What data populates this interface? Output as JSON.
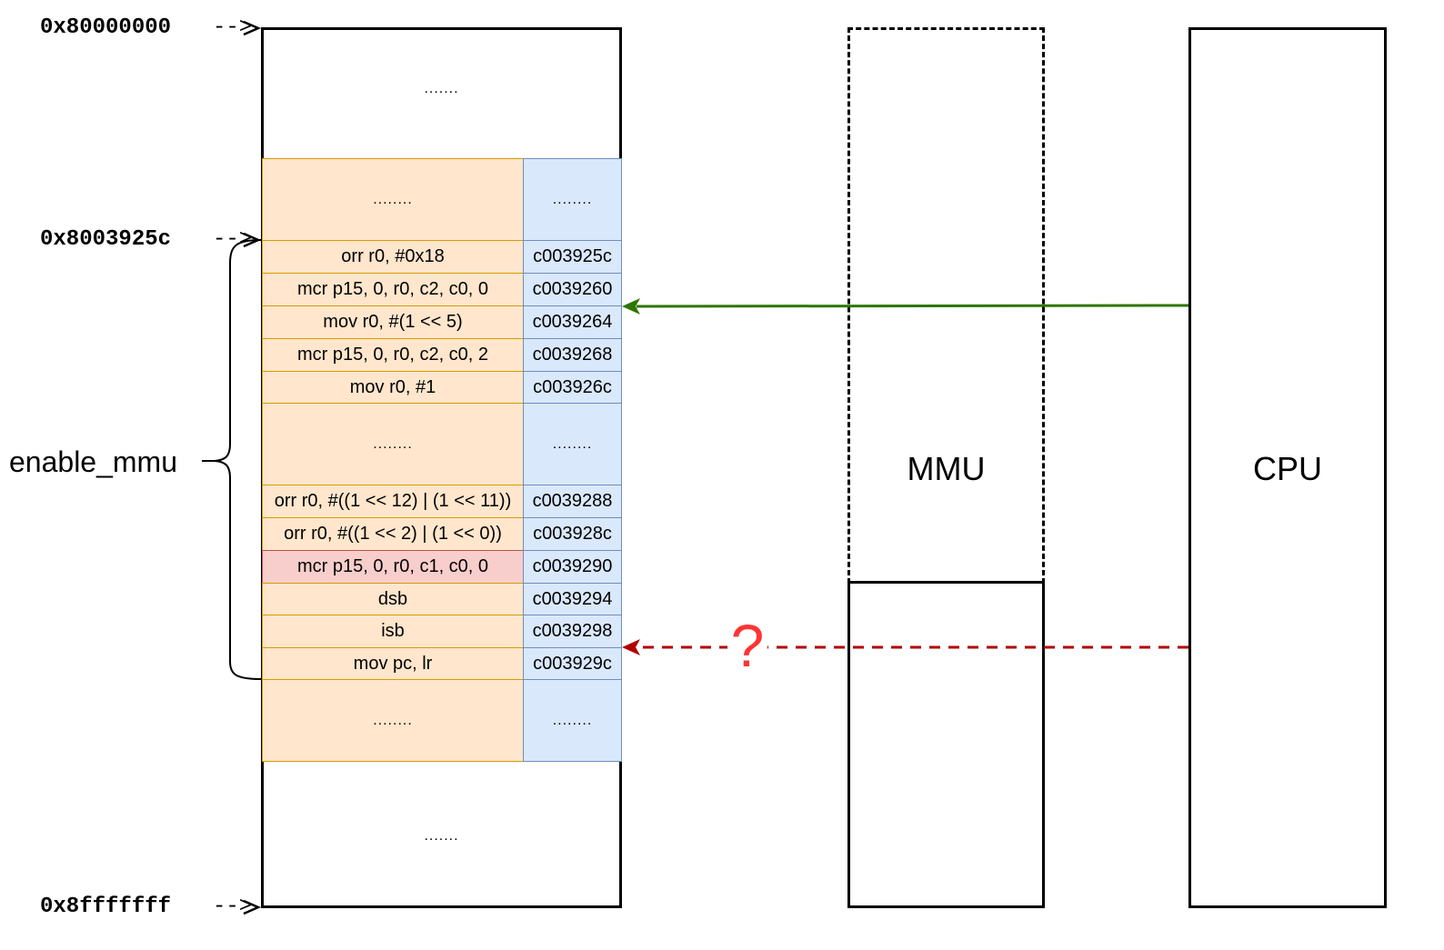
{
  "addresses": {
    "top": "0x80000000",
    "enable_mmu_start": "0x8003925c",
    "bottom": "0x8fffffff",
    "arrow": "-->"
  },
  "memory": {
    "top_ellipsis": ".......",
    "bottom_ellipsis": ".......",
    "rows": [
      {
        "instr": "........",
        "addr": "........",
        "highlight": false
      },
      {
        "instr": "orr r0, #0x18",
        "addr": "c003925c",
        "highlight": false
      },
      {
        "instr": "mcr p15, 0, r0, c2, c0, 0",
        "addr": "c0039260",
        "highlight": false
      },
      {
        "instr": "mov r0, #(1 << 5)",
        "addr": "c0039264",
        "highlight": false
      },
      {
        "instr": "mcr p15, 0, r0, c2, c0, 2",
        "addr": "c0039268",
        "highlight": false
      },
      {
        "instr": "mov r0, #1",
        "addr": "c003926c",
        "highlight": false
      },
      {
        "instr": "........",
        "addr": "........",
        "highlight": false
      },
      {
        "instr": "orr r0, #((1 << 12) | (1 << 11))",
        "addr": "c0039288",
        "highlight": false
      },
      {
        "instr": "orr r0, #((1 << 2) | (1 << 0))",
        "addr": "c003928c",
        "highlight": false
      },
      {
        "instr": "mcr p15, 0, r0, c1, c0, 0",
        "addr": "c0039290",
        "highlight": true
      },
      {
        "instr": "dsb",
        "addr": "c0039294",
        "highlight": false
      },
      {
        "instr": "isb",
        "addr": "c0039298",
        "highlight": false
      },
      {
        "instr": "mov pc, lr",
        "addr": "c003929c",
        "highlight": false
      },
      {
        "instr": "........",
        "addr": "........",
        "highlight": false
      }
    ]
  },
  "labels": {
    "enable_mmu": "enable_mmu",
    "mmu": "MMU",
    "cpu": "CPU",
    "question": "?"
  },
  "colors": {
    "instr_fill": "#ffe6cc",
    "instr_border": "#d79b00",
    "highlight_fill": "#f8cecc",
    "addr_fill": "#dae8fc",
    "addr_border": "#6c8ebf",
    "green_arrow": "#2d7600",
    "red_arrow": "#b20000",
    "question_mark": "#ff3333"
  }
}
